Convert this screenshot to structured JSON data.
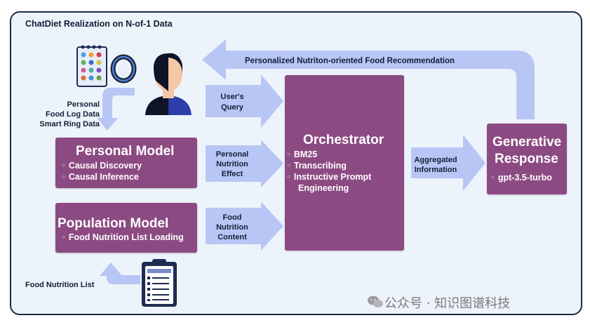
{
  "title": "ChatDiet Realization on N-of-1 Data",
  "feedback_label": "Personalized Nutriton-oriented Food Recommendation",
  "personal_inputs": [
    "Personal",
    "Food Log Data",
    "Smart Ring Data"
  ],
  "personal_model": {
    "title": "Personal Model",
    "items": [
      "Causal Discovery",
      "Causal Inference"
    ]
  },
  "population_model": {
    "title": "Population Model",
    "items": [
      "Food Nutrition List Loading"
    ]
  },
  "food_list_label": "Food Nutrition List",
  "arrows": {
    "query": [
      "User's",
      "Query"
    ],
    "effect": [
      "Personal",
      "Nutrition",
      "Effect"
    ],
    "content": [
      "Food",
      "Nutrition",
      "Content"
    ],
    "aggregated": [
      "Aggregated",
      "Information"
    ]
  },
  "orchestrator": {
    "title": "Orchestrator",
    "items": [
      "BM25",
      "Transcribing",
      "Instructive Prompt",
      "Engineering"
    ]
  },
  "generative": {
    "title_lines": [
      "Generative",
      "Response"
    ],
    "model": "gpt-3.5-turbo"
  },
  "icons": {
    "user": "user-avatar-icon",
    "food_log": "food-log-notebook-icon",
    "ring": "smart-ring-icon",
    "clipboard": "nutrition-clipboard-icon",
    "wechat": "wechat-icon"
  },
  "watermark": "公众号 · 知识图谱科技",
  "colors": {
    "frame_border": "#1b2a48",
    "background": "#edf3fa",
    "box": "#8c4a82",
    "arrow": "#b8c6f6"
  }
}
